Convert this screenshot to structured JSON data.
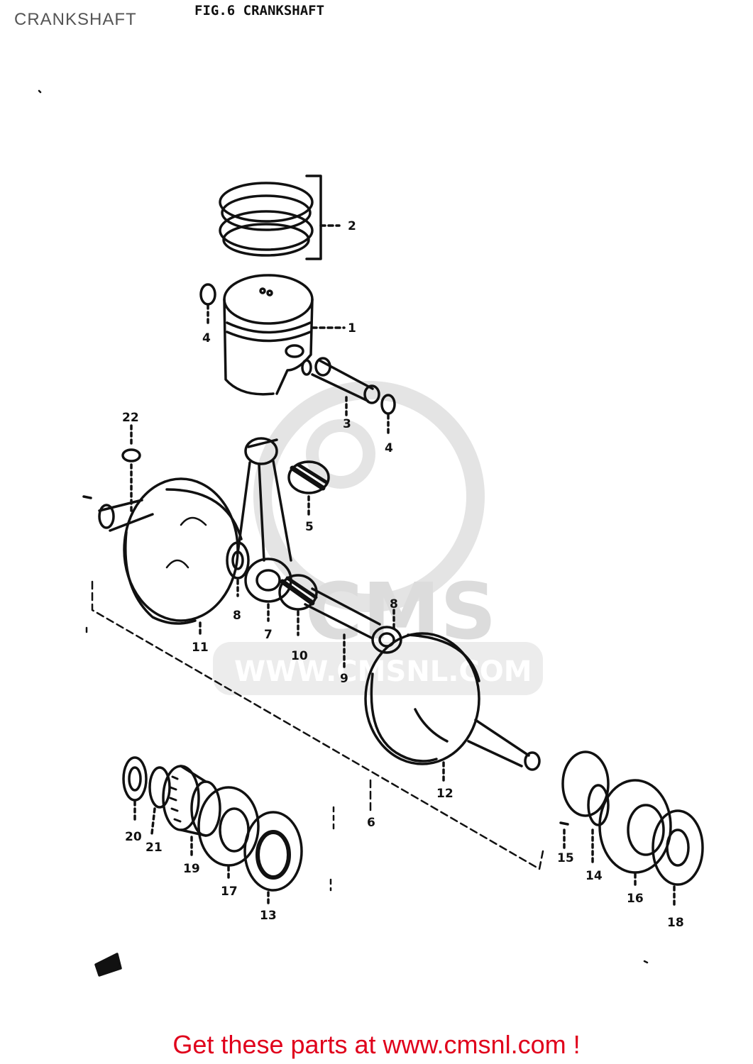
{
  "header": {
    "page_title": "CRANKSHAFT",
    "figure_title": "FIG.6  CRANKSHAFT"
  },
  "diagram": {
    "callouts": [
      "1",
      "2",
      "3",
      "4",
      "4",
      "5",
      "6",
      "7",
      "8",
      "8",
      "9",
      "10",
      "11",
      "12",
      "13",
      "14",
      "15",
      "16",
      "17",
      "18",
      "19",
      "20",
      "21",
      "22"
    ],
    "watermark_url": "WWW.CMSNL.COM",
    "watermark_logo": "CMS"
  },
  "footer": {
    "promo_prefix": "Get these parts at ",
    "promo_link": "www.cmsnl.com",
    "promo_suffix": " !"
  },
  "colors": {
    "promo": "#e0001b",
    "line_art": "#111111",
    "watermark": "#dcdcdc"
  }
}
